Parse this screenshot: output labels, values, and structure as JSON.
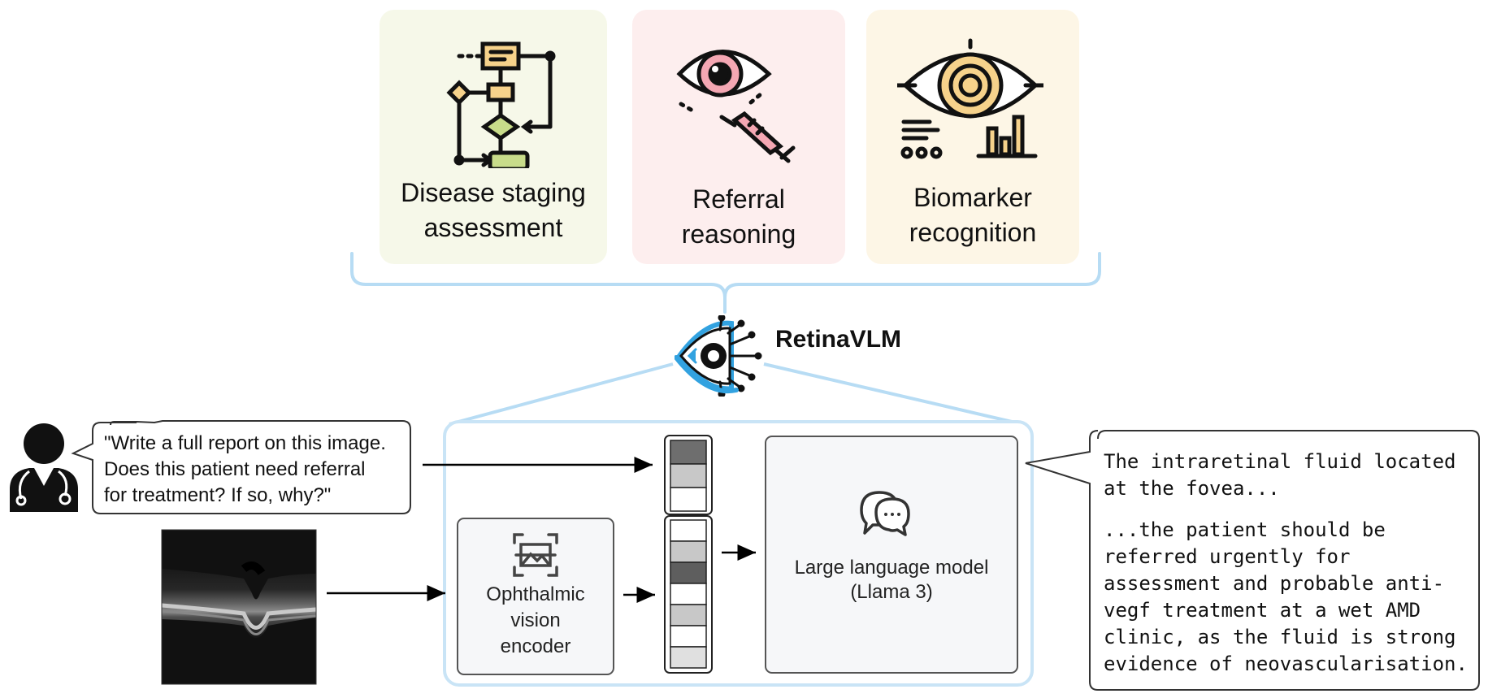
{
  "tasks": [
    {
      "label": "Disease staging\nassessment",
      "icon": "flowchart-icon",
      "color": "#f6f8e9"
    },
    {
      "label": "Referral\nreasoning",
      "icon": "eye-syringe-icon",
      "color": "#fdeeee"
    },
    {
      "label": "Biomarker\nrecognition",
      "icon": "eye-analytics-icon",
      "color": "#fdf6e6"
    }
  ],
  "model": {
    "name": "RetinaVLM",
    "logo": "retina-circuit-eye-icon",
    "accent": "#32a2e0"
  },
  "query": {
    "text": "\"Write a full report on this image.\nDoes this patient need referral\nfor treatment? If so, why?\"",
    "avatar": "doctor-icon"
  },
  "encoder": {
    "label": "Ophthalmic\nvision\nencoder",
    "icon": "image-scan-icon"
  },
  "llm": {
    "label": "Large language model\n(Llama 3)",
    "icon": "chat-bubbles-icon"
  },
  "response": {
    "paragraph1": "The intraretinal fluid located\nat the fovea...",
    "paragraph2": "...the patient should be\nreferred urgently for\nassessment and probable anti-\nvegf treatment at a wet AMD\nclinic, as the fluid is strong\nevidence of neovascularisation."
  },
  "colors": {
    "bracket": "#b7dcf4",
    "container": "#c9e4f6"
  }
}
